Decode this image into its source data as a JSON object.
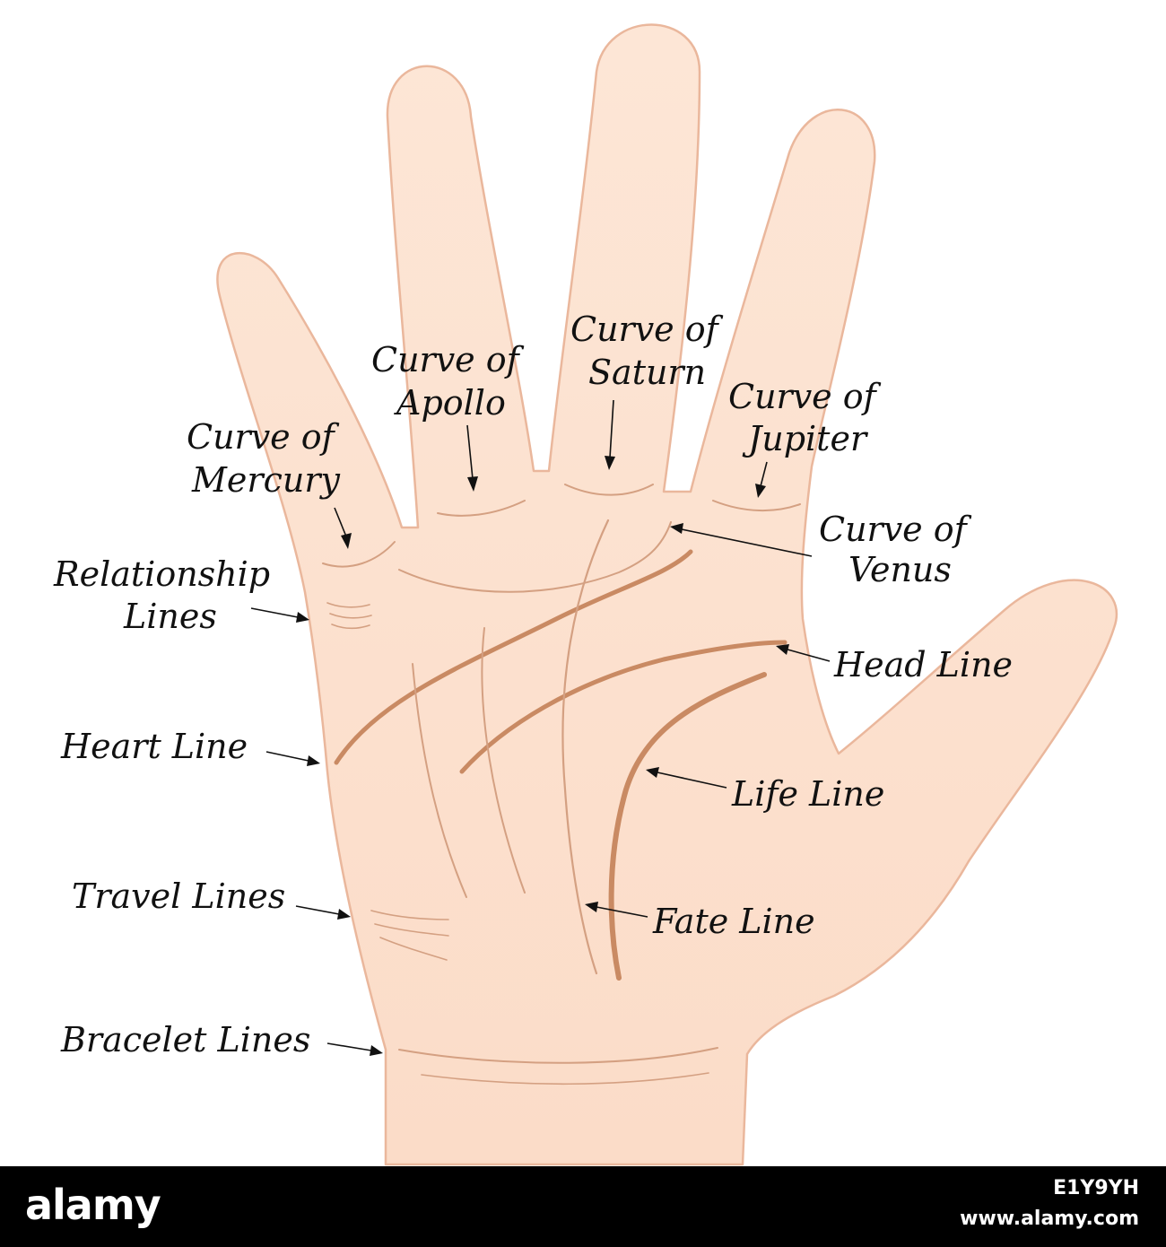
{
  "labels": {
    "curve_mercury_1": "Curve of",
    "curve_mercury_2": "Mercury",
    "curve_apollo_1": "Curve of",
    "curve_apollo_2": "Apollo",
    "curve_saturn_1": "Curve of",
    "curve_saturn_2": "Saturn",
    "curve_jupiter_1": "Curve of",
    "curve_jupiter_2": "Jupiter",
    "curve_venus_1": "Curve of",
    "curve_venus_2": "Venus",
    "relationship_1": "Relationship",
    "relationship_2": "Lines",
    "head_line": "Head Line",
    "heart_line": "Heart Line",
    "life_line": "Life Line",
    "travel_lines": "Travel Lines",
    "fate_line": "Fate Line",
    "bracelet_lines": "Bracelet Lines"
  },
  "colors": {
    "skin_fill": "#fde3d2",
    "skin_outline": "#eab79c",
    "major_line": "#c98a63",
    "minor_line": "#d4a082",
    "footer_bg": "#000000"
  },
  "footer": {
    "logo": "alamy",
    "image_id": "E1Y9YH",
    "url": "www.alamy.com"
  }
}
